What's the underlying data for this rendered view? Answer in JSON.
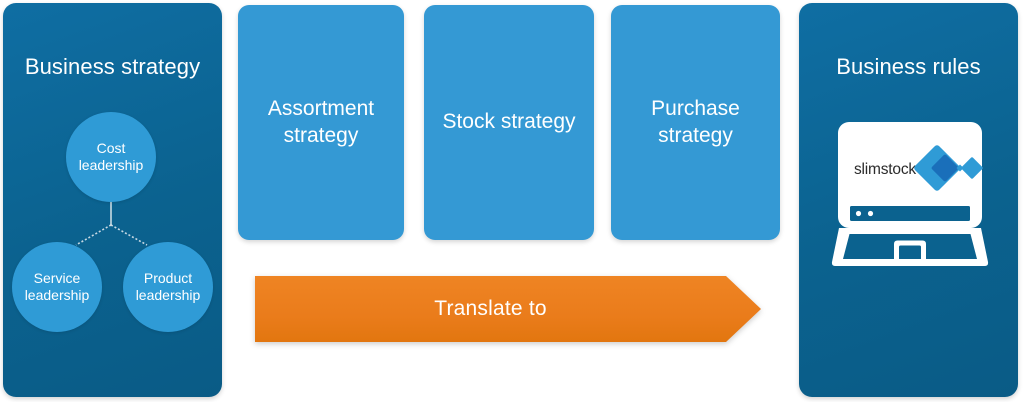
{
  "diagram": {
    "left_panel": {
      "title": "Business strategy",
      "nodes": [
        {
          "id": "cost",
          "label": "Cost leadership"
        },
        {
          "id": "service",
          "label": "Service leadership"
        },
        {
          "id": "product",
          "label": "Product leadership"
        }
      ]
    },
    "cards": [
      {
        "label": "Assortment strategy"
      },
      {
        "label": "Stock strategy"
      },
      {
        "label": "Purchase strategy"
      }
    ],
    "arrow": {
      "label": "Translate to",
      "direction": "right"
    },
    "right_panel": {
      "title": "Business rules",
      "illustration": {
        "name": "laptop",
        "brand": "slimstock"
      }
    },
    "colors": {
      "panel_dark_blue": "#0b628f",
      "card_blue": "#3499d4",
      "circle_blue": "#2f9bd6",
      "arrow_orange": "#ea7c1b",
      "logo_blue": "#2f9bd6",
      "logo_blue_dark": "#1a6fba",
      "text_white": "#ffffff",
      "wordmark_dark": "#2b2b2b"
    }
  }
}
